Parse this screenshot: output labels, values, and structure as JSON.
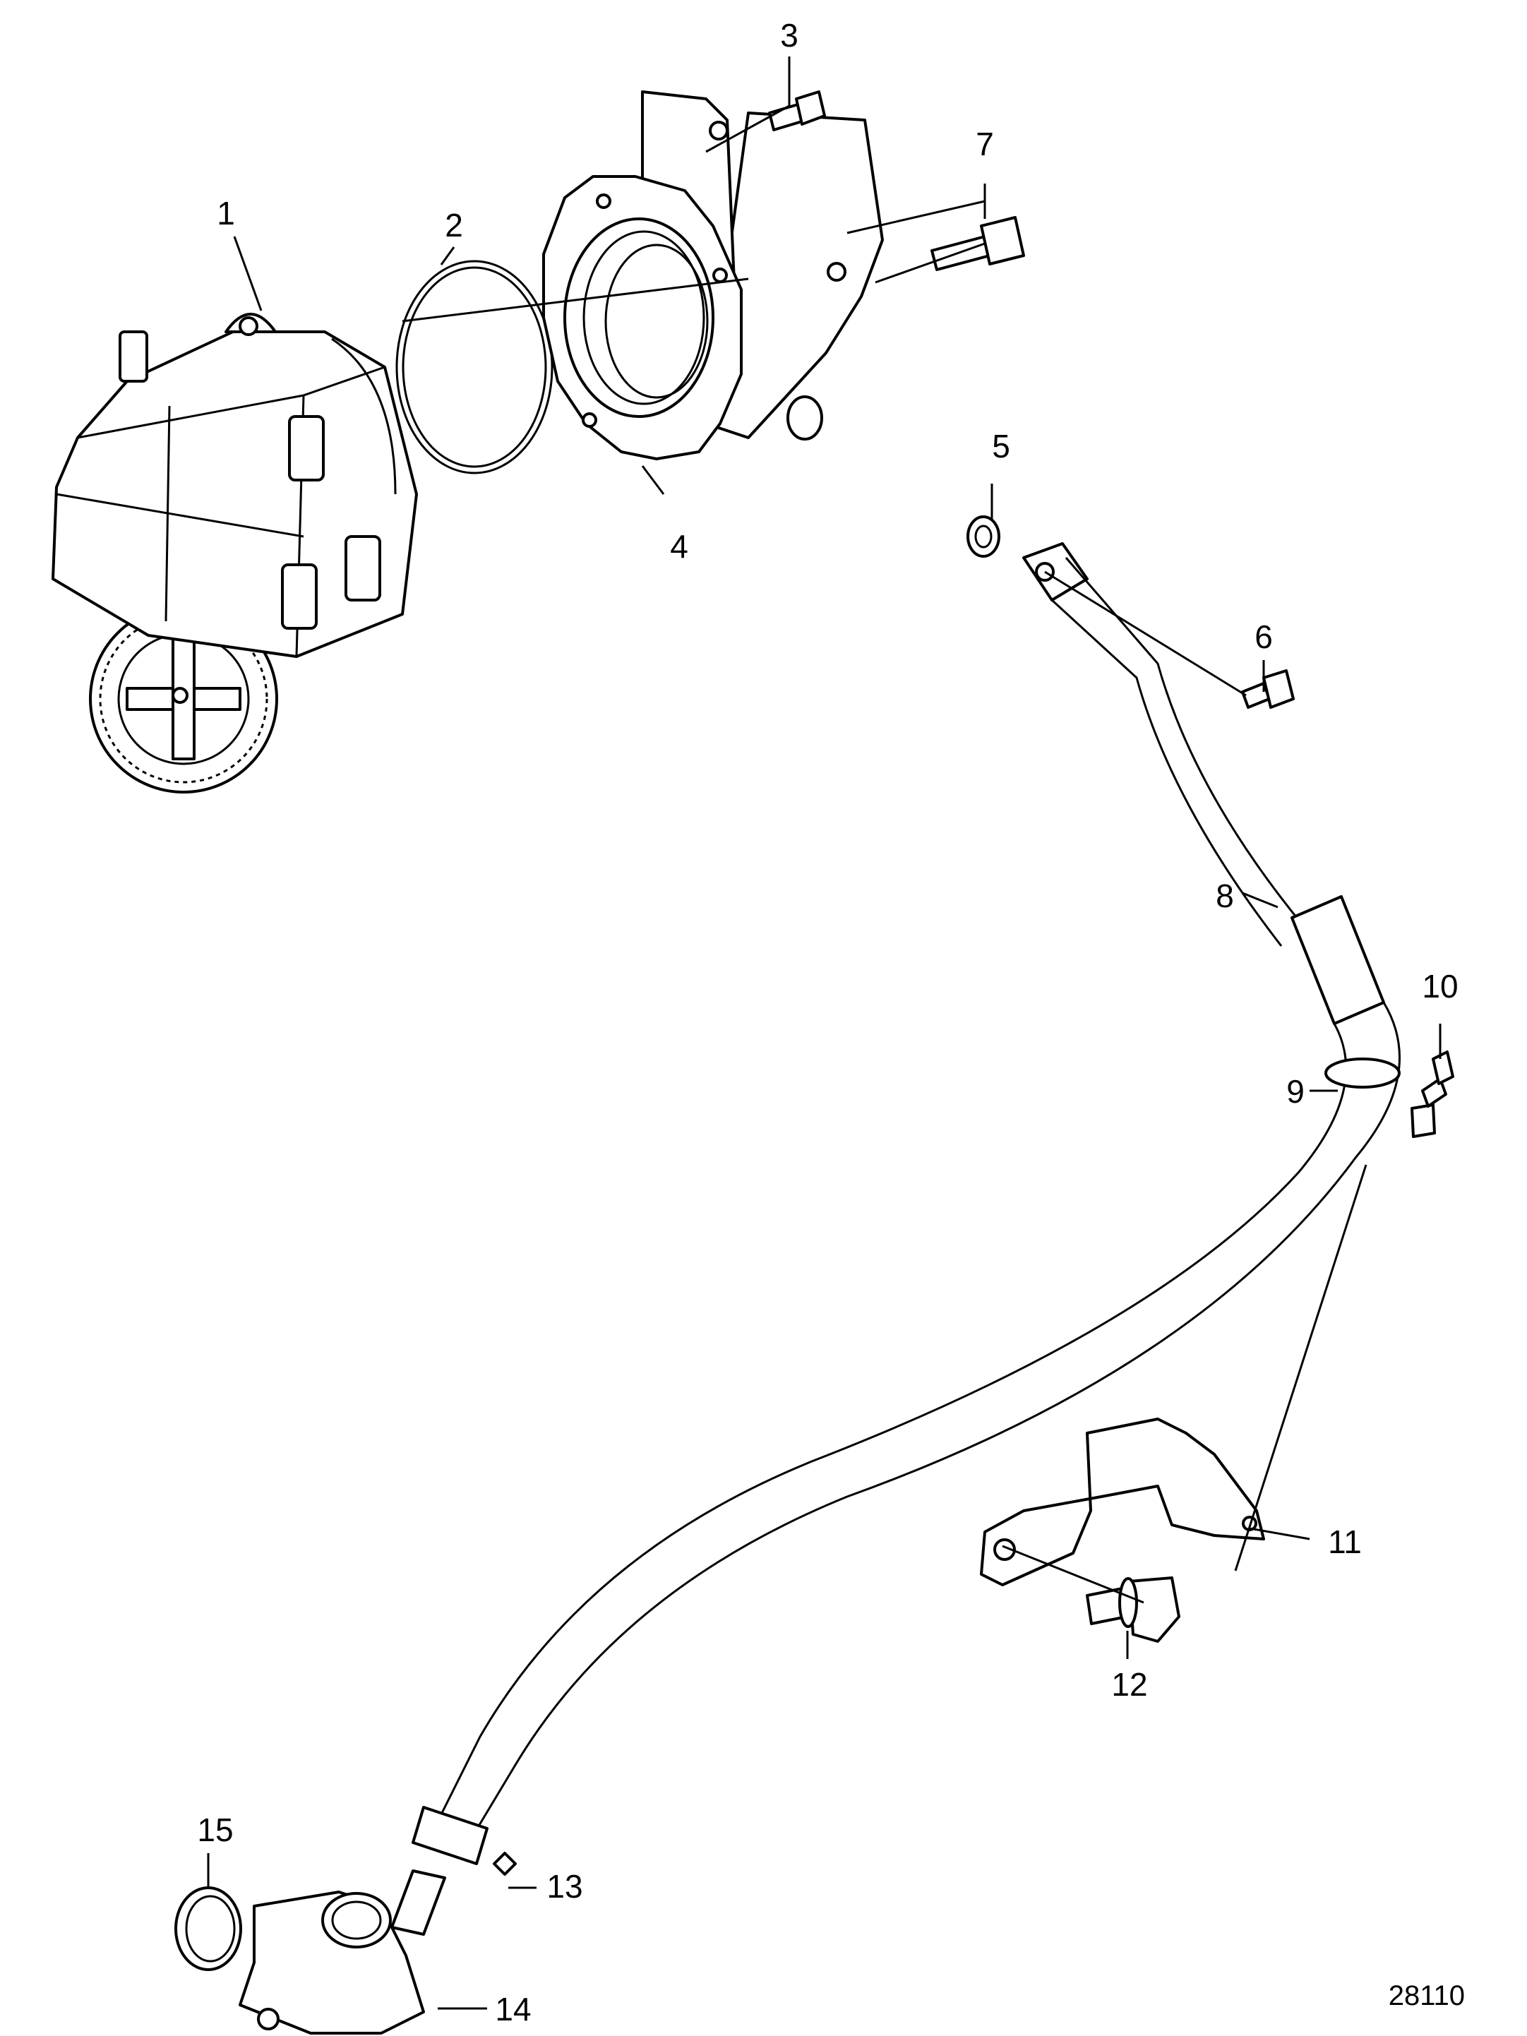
{
  "callouts": [
    "1",
    "2",
    "3",
    "4",
    "5",
    "6",
    "7",
    "8",
    "9",
    "10",
    "11",
    "12",
    "13",
    "14",
    "15"
  ],
  "figure_id": "28110"
}
